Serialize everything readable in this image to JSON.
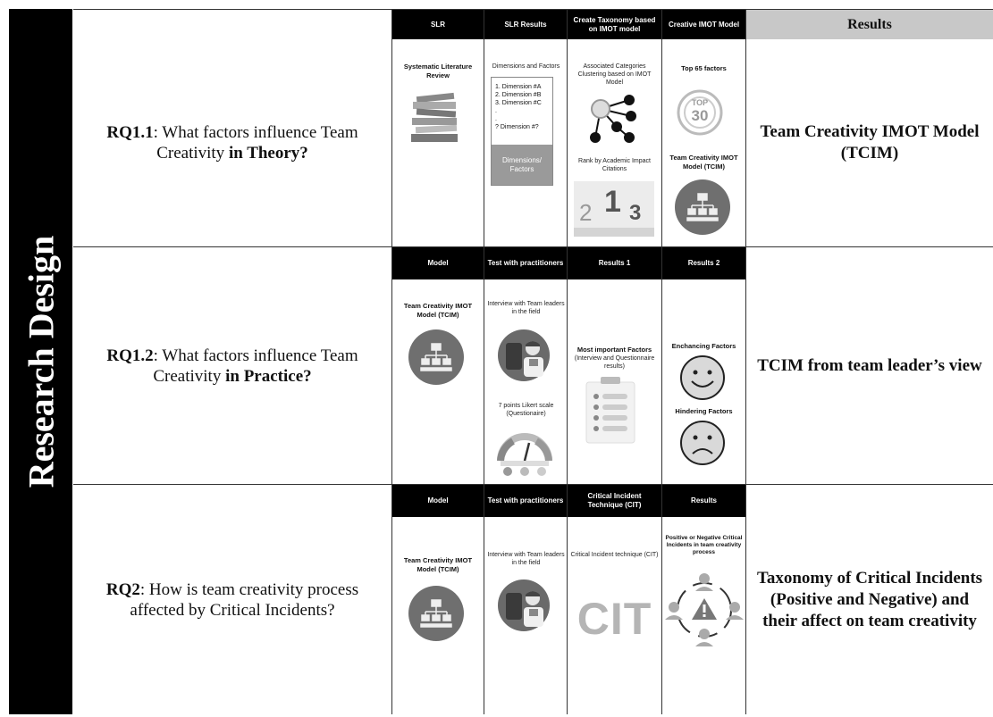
{
  "sidebar": {
    "title": "Research Design"
  },
  "results_header": "Results",
  "rows": [
    {
      "rq_id": "RQ1.1",
      "rq_text": ": What factors influence Team Creativity ",
      "rq_emph": "in Theory?",
      "result": "Team Creativity IMOT Model (TCIM)",
      "headers": [
        "SLR",
        "SLR Results",
        "Create Taxonomy based on IMOT model",
        "Creative IMOT Model"
      ]
    },
    {
      "rq_id": "RQ1.2",
      "rq_text": ": What factors influence Team Creativity ",
      "rq_emph": "in Practice?",
      "result": "TCIM from team leader’s view",
      "headers": [
        "Model",
        "Test with practitioners",
        "Results 1",
        "Results 2"
      ]
    },
    {
      "rq_id": "RQ2",
      "rq_text": ": How is team creativity process affected by Critical Incidents?",
      "rq_emph": "",
      "result": "Taxonomy of Critical Incidents (Positive and Negative) and their affect on team creativity",
      "headers": [
        "Model",
        "Test with practitioners",
        "Critical Incident Technique (CIT)",
        "Results"
      ]
    }
  ],
  "row1_cells": {
    "slr_title": "Systematic Literature Review",
    "dim_title": "Dimensions and Factors",
    "dim_list": [
      "1. Dimension #A",
      "2. Dimension #B",
      "3. Dimension #C",
      ".",
      ".",
      "?    Dimension #?"
    ],
    "dim_box": "Dimensions/ Factors",
    "tax_text": "Associated Categories Clustering based on IMOT Model",
    "rank_text": "Rank by Academic Impact Citations",
    "rank_digits": [
      "2",
      "1",
      "3"
    ],
    "top_title": "Top 65 factors",
    "top_badge_top": "TOP",
    "top_badge_num": "30",
    "tcim_label": "Team Creativity IMOT Model (TCIM)"
  },
  "row2_cells": {
    "tcim_label": "Team Creativity IMOT Model (TCIM)",
    "interview_text": "Interview with Team leaders in the field",
    "likert_text": "7 points Likert scale (Questionaire)",
    "important_title": "Most important Factors",
    "important_sub": "(Interview and Questionnaire results)",
    "enhancing": "Enchancing Factors",
    "hindering": "Hindering Factors"
  },
  "row3_cells": {
    "tcim_label": "Team Creativity IMOT Model (TCIM)",
    "interview_text": "Interview with Team leaders in the field",
    "cit_text": "Critical Incident technique (CIT)",
    "cit_logo": "CIT",
    "pn_text": "Positive or Negative Critical Incidents in team creativity process"
  },
  "colors": {
    "dark": "#000000",
    "icon_gray": "#6f6f6f",
    "result_header_bg": "#c8c8c8"
  }
}
